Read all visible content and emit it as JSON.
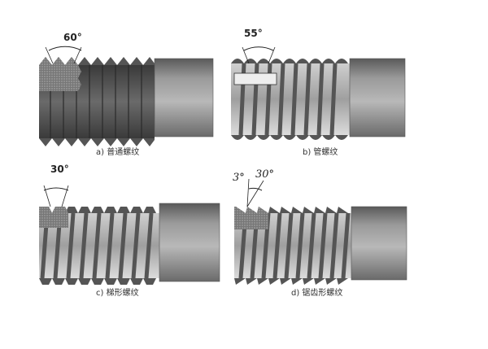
{
  "panels": [
    {
      "caption": "a) 普通螺纹",
      "angle_label": "60°"
    },
    {
      "caption": "b) 管螺纹",
      "angle_label": "55°"
    },
    {
      "caption": "c) 梯形螺纹",
      "angle_label": "30°"
    },
    {
      "caption": "d) 锯齿形螺纹",
      "angle_label_1": "3°",
      "angle_label_2": "30°"
    }
  ]
}
